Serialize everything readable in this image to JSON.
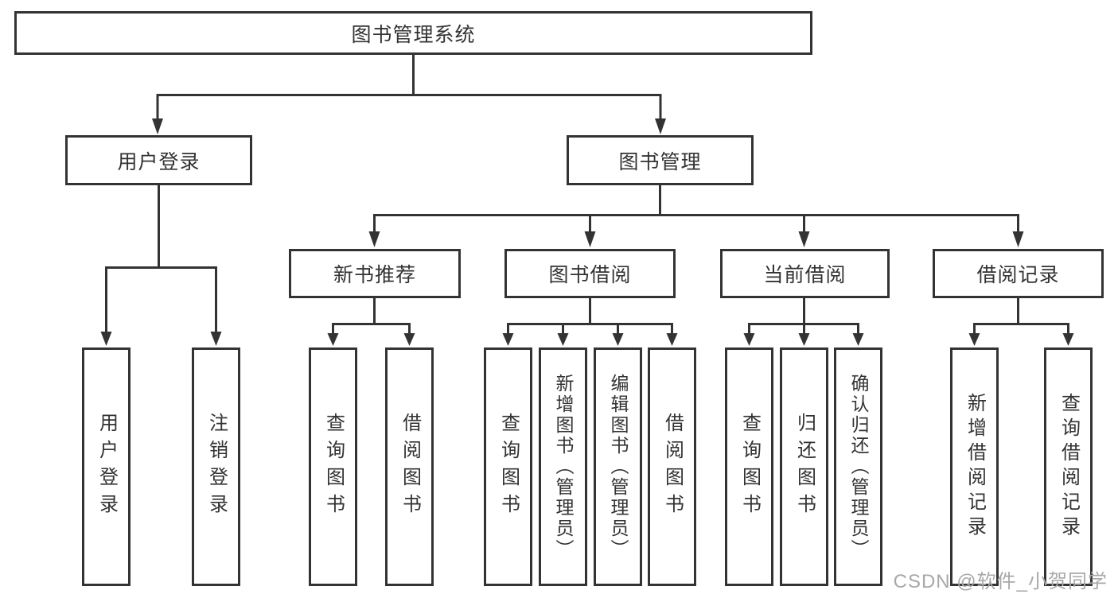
{
  "page": {
    "background": "#ffffff"
  },
  "style": {
    "line_color": "#333333",
    "box_border_color": "#333333",
    "text_color": "#333333",
    "watermark_color": "#a8a8a8"
  },
  "watermark": {
    "text": "CSDN @软件_小贺同学"
  },
  "tree": {
    "root": {
      "label": "图书管理系统"
    },
    "branches": [
      {
        "label": "用户登录",
        "children": [
          {
            "label": "用户登录"
          },
          {
            "label": "注销登录"
          }
        ]
      },
      {
        "label": "图书管理",
        "groups": [
          {
            "label": "新书推荐",
            "children": [
              {
                "label": "查询图书"
              },
              {
                "label": "借阅图书"
              }
            ]
          },
          {
            "label": "图书借阅",
            "children": [
              {
                "label": "查询图书"
              },
              {
                "label": "新增图书（管理员）"
              },
              {
                "label": "编辑图书（管理员）"
              },
              {
                "label": "借阅图书"
              }
            ]
          },
          {
            "label": "当前借阅",
            "children": [
              {
                "label": "查询图书"
              },
              {
                "label": "归还图书"
              },
              {
                "label": "确认归还（管理员）"
              }
            ]
          },
          {
            "label": "借阅记录",
            "children": [
              {
                "label": "新增借阅记录"
              },
              {
                "label": "查询借阅记录"
              }
            ]
          }
        ]
      }
    ]
  }
}
